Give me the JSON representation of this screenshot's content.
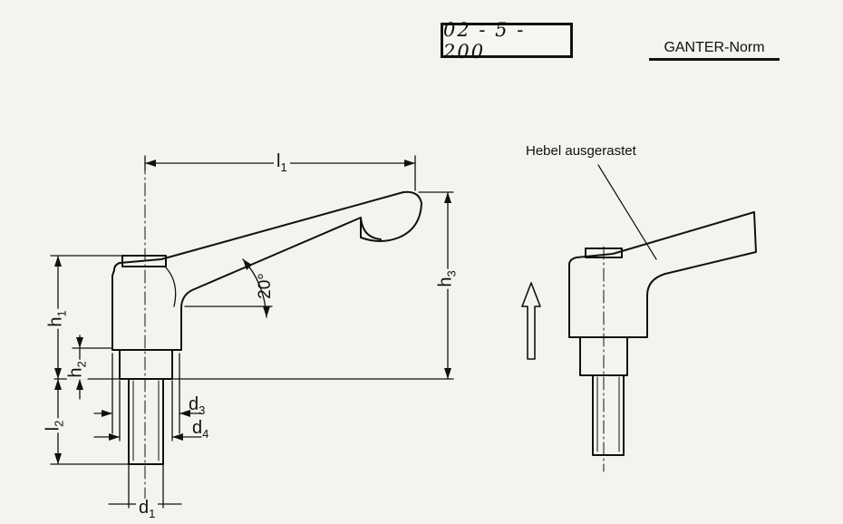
{
  "header": {
    "doc_number": "02 - 5 - 200",
    "norm_label": "GANTER-Norm"
  },
  "annotations": {
    "released_lever": "Hebel ausgerastet",
    "angle": "20°"
  },
  "dimensions": {
    "l1": {
      "base": "l",
      "sub": "1"
    },
    "h1": {
      "base": "h",
      "sub": "1"
    },
    "h2": {
      "base": "h",
      "sub": "2"
    },
    "h3": {
      "base": "h",
      "sub": "3"
    },
    "l2": {
      "base": "l",
      "sub": "2"
    },
    "d1": {
      "base": "d",
      "sub": "1"
    },
    "d3": {
      "base": "d",
      "sub": "3"
    },
    "d4": {
      "base": "d",
      "sub": "4"
    }
  },
  "colors": {
    "ink": "#111111",
    "paper": "#f4f3ef"
  },
  "icons": {
    "direction_arrow": "arrow-up-icon"
  }
}
